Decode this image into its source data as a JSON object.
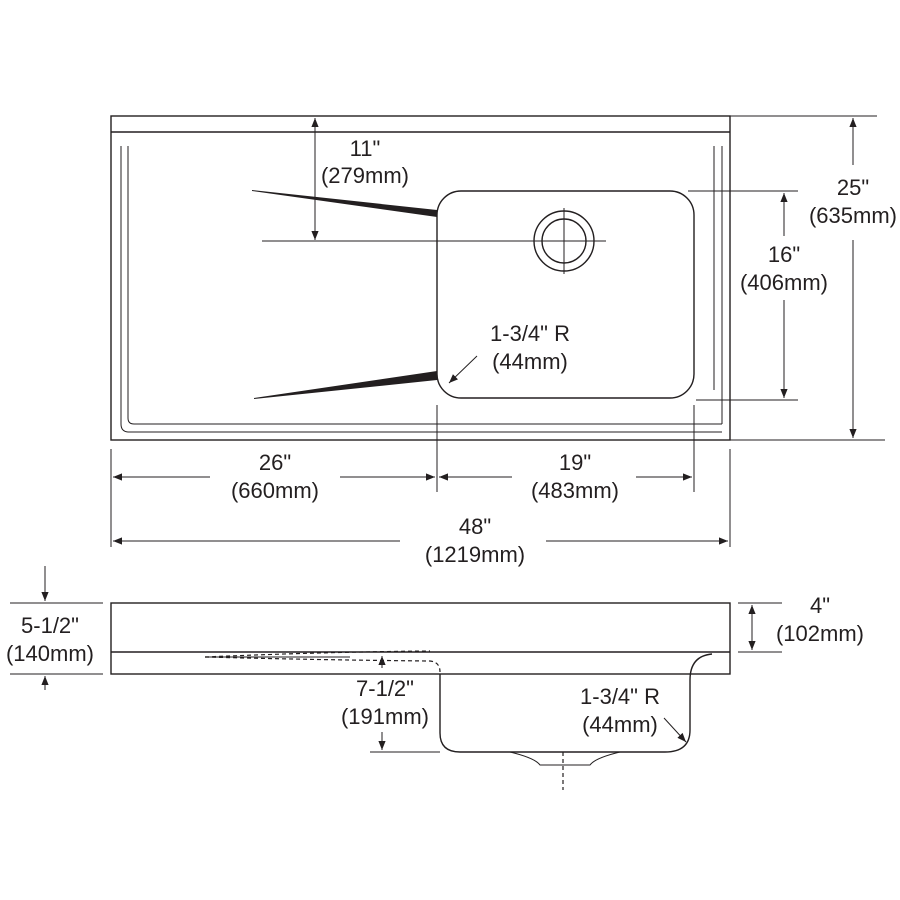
{
  "top_view": {
    "dim_11": {
      "imperial": "11\"",
      "metric": "(279mm)"
    },
    "dim_16": {
      "imperial": "16\"",
      "metric": "(406mm)"
    },
    "dim_25": {
      "imperial": "25\"",
      "metric": "(635mm)"
    },
    "radius": {
      "imperial": "1-3/4\" R",
      "metric": "(44mm)"
    },
    "dim_26": {
      "imperial": "26\"",
      "metric": "(660mm)"
    },
    "dim_19": {
      "imperial": "19\"",
      "metric": "(483mm)"
    },
    "dim_48": {
      "imperial": "48\"",
      "metric": "(1219mm)"
    }
  },
  "side_view": {
    "dim_5_5": {
      "imperial": "5-1/2\"",
      "metric": "(140mm)"
    },
    "dim_4": {
      "imperial": "4\"",
      "metric": "(102mm)"
    },
    "dim_7_5": {
      "imperial": "7-1/2\"",
      "metric": "(191mm)"
    },
    "radius": {
      "imperial": "1-3/4\" R",
      "metric": "(44mm)"
    }
  }
}
